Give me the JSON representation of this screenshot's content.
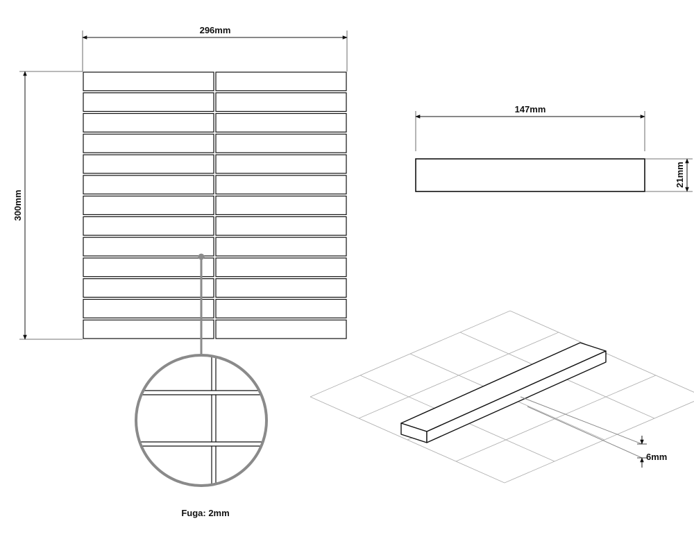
{
  "sheet": {
    "width_label": "296mm",
    "height_label": "300mm",
    "rows": 13,
    "columns": 2
  },
  "tile": {
    "length_label": "147mm",
    "width_label": "21mm"
  },
  "thickness": {
    "label": "6mm"
  },
  "joint": {
    "label": "Fuga: 2mm"
  },
  "colors": {
    "line": "#111111",
    "leader": "#8a8a8a",
    "grid": "#b0b0b0"
  }
}
